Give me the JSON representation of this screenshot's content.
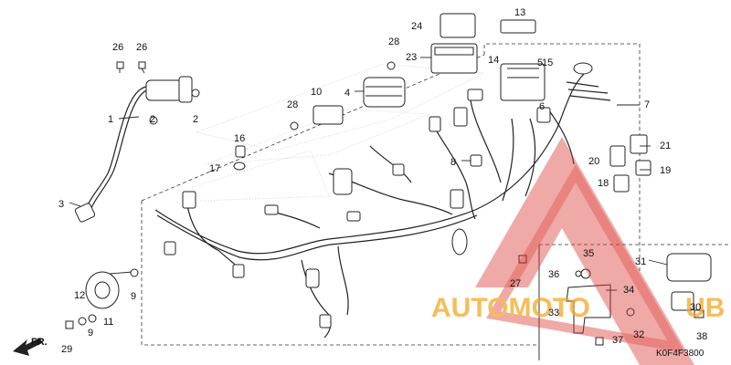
{
  "diagram": {
    "code": "K0F4F3800",
    "front_label": "FR.",
    "parts": [
      "1",
      "2",
      "2",
      "3",
      "4",
      "5",
      "6",
      "7",
      "8",
      "9",
      "9",
      "10",
      "11",
      "12",
      "13",
      "14",
      "15",
      "16",
      "17",
      "18",
      "19",
      "20",
      "21",
      "23",
      "24",
      "26",
      "26",
      "27",
      "28",
      "28",
      "29",
      "30",
      "31",
      "32",
      "33",
      "34",
      "35",
      "36",
      "37",
      "38"
    ],
    "colors": {
      "line": "#222222",
      "watermark_red": "#d9302a",
      "watermark_orange": "#f5a623"
    }
  },
  "watermark": {
    "text": "AUTOMOTO",
    "suffix": "UB"
  }
}
